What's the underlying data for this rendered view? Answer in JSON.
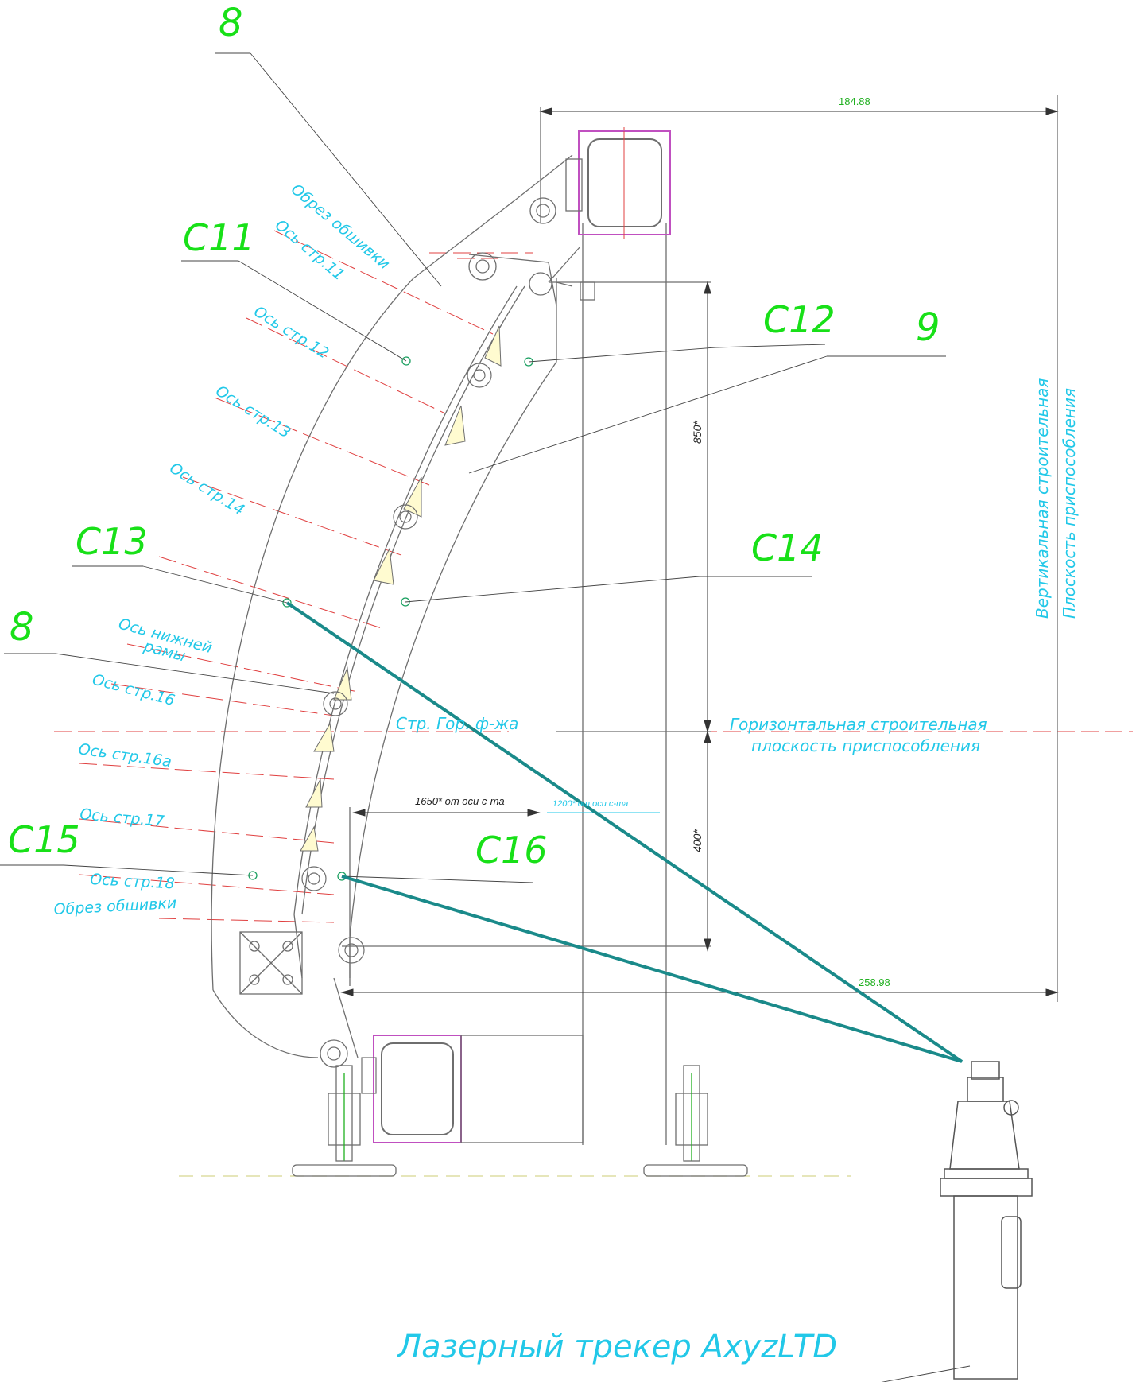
{
  "callouts": {
    "c11": "С11",
    "c12": "С12",
    "c13": "С13",
    "c14": "С14",
    "c15": "С15",
    "c16": "С16",
    "item8_top": "8",
    "item8_left": "8",
    "item9": "9"
  },
  "axis_labels": {
    "obrez_top": "Обрез обшивки",
    "str11": "Ось стр.11",
    "str12": "Ось стр.12",
    "str13": "Ось стр.13",
    "str14": "Ось стр.14",
    "lower_frame_1": "Ось нижней",
    "lower_frame_2": "рамы",
    "str16": "Ось стр.16",
    "str16a": "Ось стр.16а",
    "str17": "Ось стр.17",
    "str18": "Ось стр.18",
    "obrez_bottom": "Обрез обшивки",
    "fuselage": "Стр. Гор. ф-жа",
    "horiz_plane_1": "Горизонтальная строительная",
    "horiz_plane_2": "плоскость приспособления",
    "vert_plane_1": "Вертикальная строительная",
    "vert_plane_2": "Плоскость приспособления"
  },
  "dimensions": {
    "top": "184.88",
    "bottom": "258.98",
    "upper_vertical": "850*",
    "lower_vertical": "400*",
    "horiz_1650": "1650* от оси с-та",
    "horiz_1200": "1200* от оси с-та"
  },
  "tracker_label": "Лазерный трекер AxyzLTD",
  "colors": {
    "structure": "#6e6e6e",
    "callout_green": "#18e018",
    "annotation_cyan": "#22c8e8",
    "axis_red": "#e04040",
    "laser_teal": "#1a8a8a",
    "section_magenta": "#c050c0",
    "dimension_green": "#20b020"
  }
}
